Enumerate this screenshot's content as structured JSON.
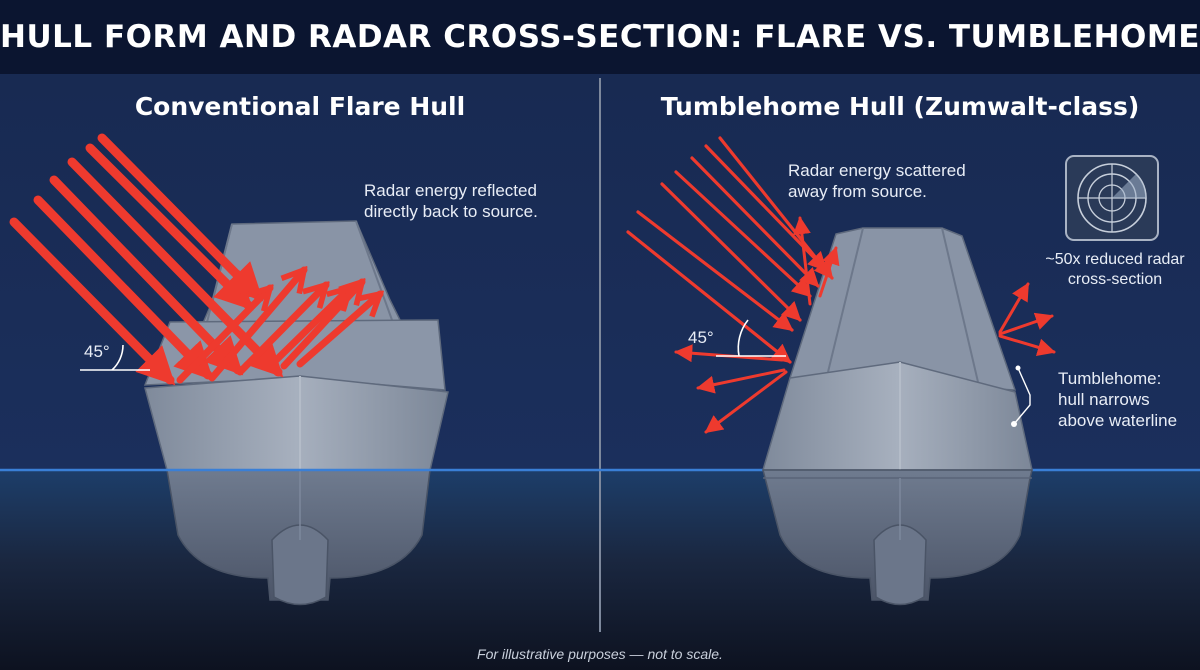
{
  "title": "HULL FORM AND RADAR CROSS-SECTION: FLARE VS. TUMBLEHOME",
  "left_panel": {
    "title": "Conventional Flare Hull",
    "caption_lines": [
      "Radar energy reflected",
      "directly back to source."
    ],
    "angle_label": "45°"
  },
  "right_panel": {
    "title": "Tumblehome Hull (Zumwalt-class)",
    "caption_lines": [
      "Radar energy scattered",
      "away from source."
    ],
    "angle_label": "45°",
    "rcs_note_lines": [
      "~50x reduced radar",
      "cross-section"
    ],
    "tumblehome_note_lines": [
      "Tumblehome:",
      "hull narrows",
      "above waterline"
    ],
    "icon": "radar-icon"
  },
  "footer": "For illustrative purposes — not to scale.",
  "colors": {
    "background": "#12203f",
    "title_bar": "#0b1530",
    "radar_arrow": "#ee3a2e",
    "hull": "#8e99aa",
    "waterline": "#3a7fd6"
  }
}
